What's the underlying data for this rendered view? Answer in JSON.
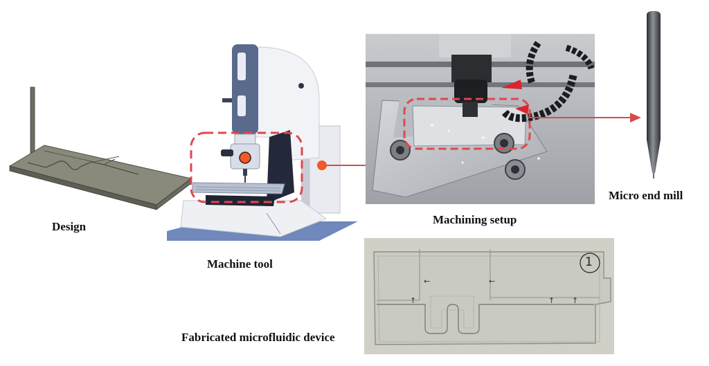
{
  "labels": {
    "design": "Design",
    "machine_tool": "Machine tool",
    "machining_setup": "Machining setup",
    "micro_end_mill": "Micro end mill",
    "fabricated_device": "Fabricated microfluidic device"
  },
  "device_marking": "1",
  "colors": {
    "highlight_red": "#e0474c",
    "connector_red": "#d94a4a",
    "orange_dot": "#f05a2a",
    "machine_blue": "#5a6a8c",
    "base_blue": "#6f86b8",
    "design_gray": "#7a7a6e"
  }
}
